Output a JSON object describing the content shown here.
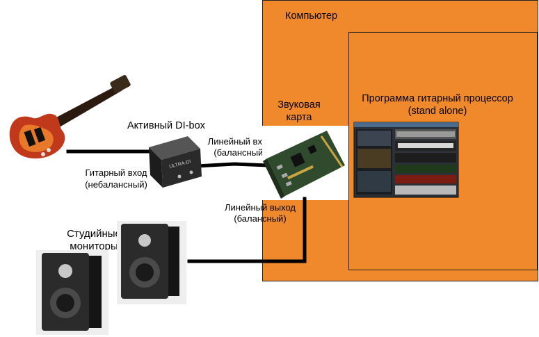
{
  "computer": {
    "label": "Компьютер"
  },
  "program": {
    "label_line1": "Программа гитарный процессор",
    "label_line2": "(stand alone)"
  },
  "sound_card": {
    "label_line1": "Звуковая",
    "label_line2": "карта"
  },
  "di_box": {
    "label": "Активный DI-box",
    "device_text": "ULTRA-DI"
  },
  "guitar_input": {
    "line1": "Гитарный вход",
    "line2": "(небалансный)"
  },
  "line_input": {
    "line1": "Линейный вход",
    "line2": "(балансный)"
  },
  "line_output": {
    "line1": "Линейный выход",
    "line2": "(балансный)"
  },
  "monitors": {
    "line1": "Студийные",
    "line2": "мониторы"
  },
  "colors": {
    "computer_fill": "#f0882c",
    "cable": "#000000"
  }
}
